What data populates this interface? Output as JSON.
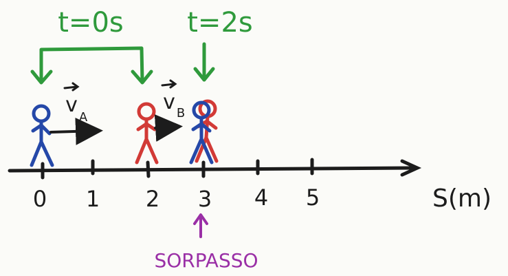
{
  "labels": {
    "t0": "t=0s",
    "t2": "t=2s",
    "va_letter": "v",
    "va_sub": "A",
    "vb_letter": "v",
    "vb_sub": "B",
    "axis_label": "S(m)",
    "overtake": "SORPASSO"
  },
  "ticks": [
    "0",
    "1",
    "2",
    "3",
    "4",
    "5"
  ],
  "colors": {
    "green": "#2f9a3c",
    "blue": "#2548a8",
    "red": "#d23a36",
    "black": "#1c1c1c",
    "purple": "#9a2fa6",
    "paper": "#fbfbf8"
  }
}
